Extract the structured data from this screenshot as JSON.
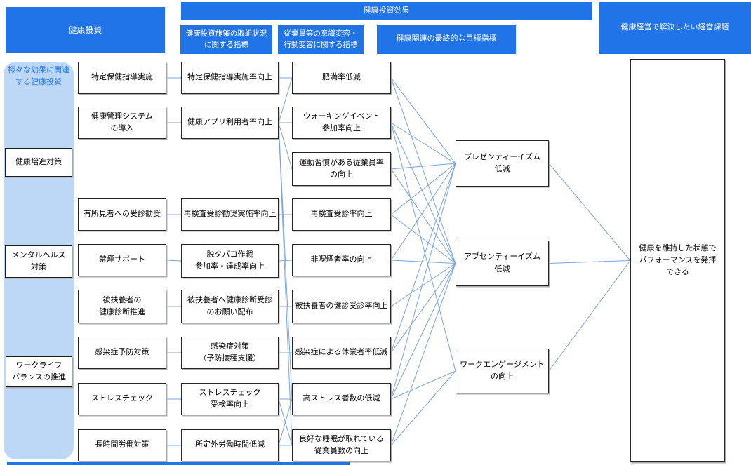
{
  "diagram": {
    "headers": {
      "invest": "健康投資",
      "effect": "健康投資効果",
      "sub1": "健康投資施策の取組状況に関する指標",
      "sub2": "従業員等の意識変容・行動変容に関する指標",
      "sub3": "健康関連の最終的な目標指標",
      "right": "健康経営で解決したい経営課題"
    },
    "sidebar": {
      "label": "様々な効果に関連\nする健康投資",
      "categories": [
        {
          "id": "cat1",
          "label": "健康増進対策"
        },
        {
          "id": "cat2",
          "label": "メンタルヘルス\n対策"
        },
        {
          "id": "cat3",
          "label": "ワークライフ\nバランスの推進"
        }
      ]
    },
    "nodes": [
      {
        "id": "c1r1",
        "label": "特定保健指導実施"
      },
      {
        "id": "c1r2",
        "label": "健康管理システム\nの導入"
      },
      {
        "id": "c1r4",
        "label": "有所見者への受診勧奨"
      },
      {
        "id": "c1r5",
        "label": "禁煙サポート"
      },
      {
        "id": "c1r6",
        "label": "被扶養者の\n健康診断推進"
      },
      {
        "id": "c1r7",
        "label": "感染症予防対策"
      },
      {
        "id": "c1r8",
        "label": "ストレスチェック"
      },
      {
        "id": "c1r9",
        "label": "長時間労働対策"
      },
      {
        "id": "c2r1",
        "label": "特定保健指導実施率向上"
      },
      {
        "id": "c2r2",
        "label": "健康アプリ利用者率向上"
      },
      {
        "id": "c2r4",
        "label": "再検査受診勧奨実施率向上"
      },
      {
        "id": "c2r5",
        "label": "脱タバコ作戦\n参加率・達成率向上"
      },
      {
        "id": "c2r6",
        "label": "被扶養者へ健康診断受診\nのお願い配布"
      },
      {
        "id": "c2r7",
        "label": "感染症対策\n（予防接種支援）"
      },
      {
        "id": "c2r8",
        "label": "ストレスチェック\n受検率向上"
      },
      {
        "id": "c2r9",
        "label": "所定外労働時間低減"
      },
      {
        "id": "c3r1",
        "label": "肥満率低減"
      },
      {
        "id": "c3r2",
        "label": "ウォーキングイベント\n参加率向上"
      },
      {
        "id": "c3r3",
        "label": "運動習慣がある従業員率\nの向上"
      },
      {
        "id": "c3r4",
        "label": "再検査受診率向上"
      },
      {
        "id": "c3r5",
        "label": "非喫煙者率の向上"
      },
      {
        "id": "c3r6",
        "label": "被扶養者の健診受診率向上"
      },
      {
        "id": "c3r7",
        "label": "感染症による休業者率低減"
      },
      {
        "id": "c3r8",
        "label": "高ストレス者数の低減"
      },
      {
        "id": "c3r9",
        "label": "良好な睡眠が取れている\n従業員数の向上"
      },
      {
        "id": "c4P",
        "label": "プレゼンティーイズム\n低減"
      },
      {
        "id": "c4A",
        "label": "アブセンティーイズム\n低減"
      },
      {
        "id": "c4W",
        "label": "ワークエンゲージメント\nの向上"
      },
      {
        "id": "outcome",
        "label": "健康を維持した状態で\nパフォーマンスを発揮\nできる"
      }
    ],
    "edges": [
      [
        "c1r1",
        "c2r1"
      ],
      [
        "c1r2",
        "c2r2"
      ],
      [
        "c1r4",
        "c2r4"
      ],
      [
        "c1r5",
        "c2r5"
      ],
      [
        "c1r6",
        "c2r6"
      ],
      [
        "c1r7",
        "c2r7"
      ],
      [
        "c1r8",
        "c2r8"
      ],
      [
        "c1r9",
        "c2r9"
      ],
      [
        "c2r1",
        "c3r1"
      ],
      [
        "c2r2",
        "c3r1"
      ],
      [
        "c2r2",
        "c3r2"
      ],
      [
        "c2r2",
        "c3r3"
      ],
      [
        "c2r2",
        "c3r8"
      ],
      [
        "c2r2",
        "c3r9"
      ],
      [
        "c2r4",
        "c3r4"
      ],
      [
        "c2r5",
        "c3r5"
      ],
      [
        "c2r6",
        "c3r6"
      ],
      [
        "c2r7",
        "c3r7"
      ],
      [
        "c2r8",
        "c3r8"
      ],
      [
        "c2r8",
        "c3r9"
      ],
      [
        "c2r9",
        "c3r9"
      ],
      [
        "c2r9",
        "c3r8"
      ],
      [
        "c3r1",
        "c4P"
      ],
      [
        "c3r2",
        "c4P"
      ],
      [
        "c3r3",
        "c4P"
      ],
      [
        "c3r4",
        "c4P"
      ],
      [
        "c3r5",
        "c4P"
      ],
      [
        "c3r7",
        "c4P"
      ],
      [
        "c3r8",
        "c4P"
      ],
      [
        "c3r1",
        "c4A"
      ],
      [
        "c3r2",
        "c4A"
      ],
      [
        "c3r3",
        "c4A"
      ],
      [
        "c3r4",
        "c4A"
      ],
      [
        "c3r5",
        "c4A"
      ],
      [
        "c3r6",
        "c4A"
      ],
      [
        "c3r7",
        "c4A"
      ],
      [
        "c3r8",
        "c4A"
      ],
      [
        "c3r9",
        "c4A"
      ],
      [
        "c3r2",
        "c4W"
      ],
      [
        "c3r8",
        "c4W"
      ],
      [
        "c3r9",
        "c4W"
      ],
      [
        "c4P",
        "outcome"
      ],
      [
        "c4A",
        "outcome"
      ],
      [
        "c4W",
        "outcome"
      ]
    ],
    "colors": {
      "header_blue": "#2173E8",
      "sidebar_blue": "#BDD8F6",
      "sidebar_text_blue": "#2173E8",
      "connector_blue": "#7AA4DC",
      "box_border": "#262626"
    }
  }
}
